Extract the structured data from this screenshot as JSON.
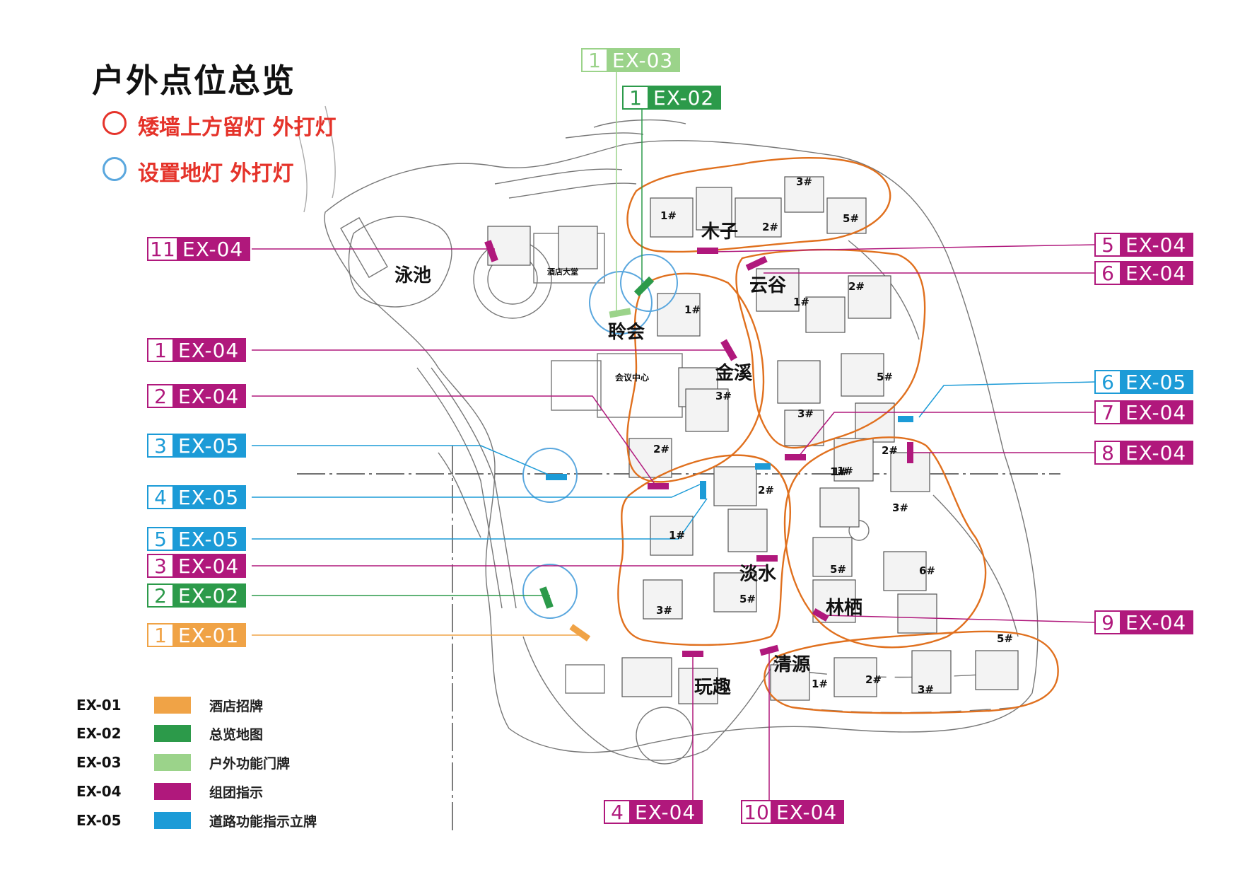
{
  "title": "户外点位总览",
  "hints": [
    {
      "text": "矮墙上方留灯 外打灯",
      "ring_color": "#e5332a"
    },
    {
      "text": "设置地灯 外打灯",
      "ring_color": "#5aa7de"
    }
  ],
  "colors": {
    "ex01": "#f0a346",
    "ex02": "#2c9a4a",
    "ex03": "#9bd38a",
    "ex04": "#b0187c",
    "ex05": "#1c9bd7",
    "cluster": "#e0701e",
    "plan_line": "#555555"
  },
  "legend": [
    {
      "code": "EX-01",
      "label": "酒店招牌",
      "color": "#f0a346"
    },
    {
      "code": "EX-02",
      "label": "总览地图",
      "color": "#2c9a4a"
    },
    {
      "code": "EX-03",
      "label": "户外功能门牌",
      "color": "#9bd38a"
    },
    {
      "code": "EX-04",
      "label": "组团指示",
      "color": "#b0187c"
    },
    {
      "code": "EX-05",
      "label": "道路功能指示立牌",
      "color": "#1c9bd7"
    }
  ],
  "tags": [
    {
      "num": "1",
      "code": "EX-03",
      "color": "#9bd38a"
    },
    {
      "num": "1",
      "code": "EX-02",
      "color": "#2c9a4a"
    },
    {
      "num": "11",
      "code": "EX-04",
      "color": "#b0187c"
    },
    {
      "num": "1",
      "code": "EX-04",
      "color": "#b0187c"
    },
    {
      "num": "2",
      "code": "EX-04",
      "color": "#b0187c"
    },
    {
      "num": "3",
      "code": "EX-05",
      "color": "#1c9bd7"
    },
    {
      "num": "4",
      "code": "EX-05",
      "color": "#1c9bd7"
    },
    {
      "num": "5",
      "code": "EX-05",
      "color": "#1c9bd7"
    },
    {
      "num": "3",
      "code": "EX-04",
      "color": "#b0187c"
    },
    {
      "num": "2",
      "code": "EX-02",
      "color": "#2c9a4a"
    },
    {
      "num": "1",
      "code": "EX-01",
      "color": "#f0a346"
    },
    {
      "num": "5",
      "code": "EX-04",
      "color": "#b0187c"
    },
    {
      "num": "6",
      "code": "EX-04",
      "color": "#b0187c"
    },
    {
      "num": "6",
      "code": "EX-05",
      "color": "#1c9bd7"
    },
    {
      "num": "7",
      "code": "EX-04",
      "color": "#b0187c"
    },
    {
      "num": "8",
      "code": "EX-04",
      "color": "#b0187c"
    },
    {
      "num": "9",
      "code": "EX-04",
      "color": "#b0187c"
    },
    {
      "num": "4",
      "code": "EX-04",
      "color": "#b0187c"
    },
    {
      "num": "10",
      "code": "EX-04",
      "color": "#b0187c"
    }
  ],
  "zones": [
    "泳池",
    "酒店大堂",
    "聆会",
    "会议中心",
    "木子",
    "云谷",
    "金溪",
    "淡水",
    "林栖",
    "清源",
    "玩趣"
  ],
  "building_numbers": [
    "1#",
    "2#",
    "3#",
    "5#",
    "1#",
    "1#",
    "2#",
    "5#",
    "1#",
    "3#",
    "2#",
    "2#",
    "1#",
    "3#",
    "1#",
    "3#",
    "5#",
    "2#",
    "1#",
    "3#",
    "5#",
    "6#",
    "1#",
    "2#",
    "3#",
    "5#"
  ]
}
